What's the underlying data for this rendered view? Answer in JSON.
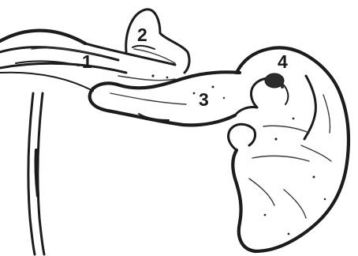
{
  "labels": {
    "one": "1",
    "two": "2",
    "three": "3",
    "four": "4"
  },
  "colors": {
    "ink": "#1c1c1c",
    "background": "#ffffff"
  }
}
